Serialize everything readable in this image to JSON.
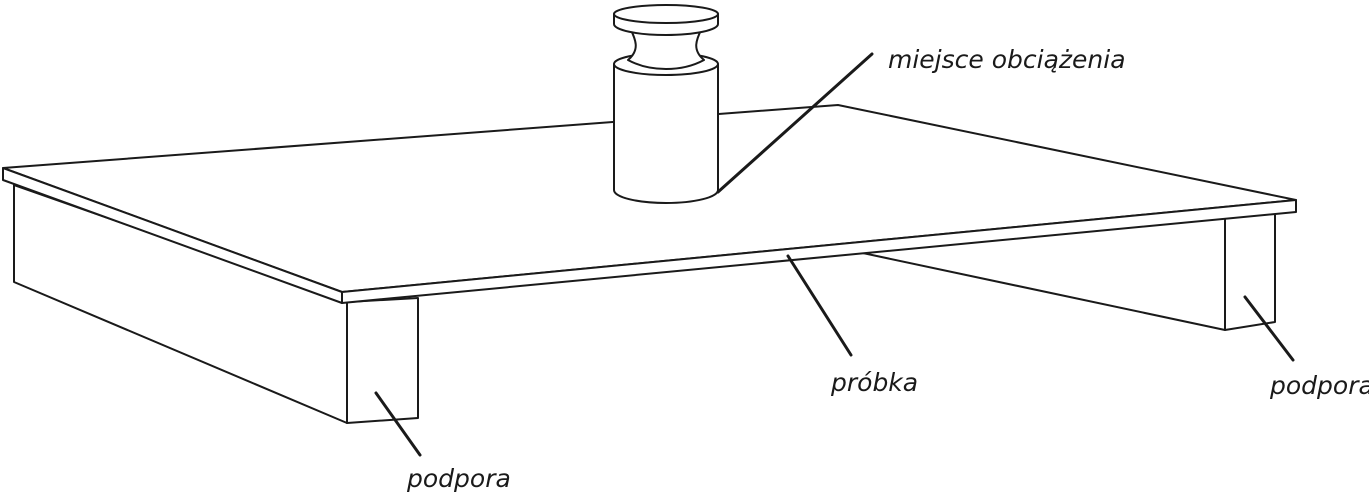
{
  "labels": {
    "load_point": "miejsce obciążenia",
    "sample": "próbka",
    "support_left": "podpora",
    "support_right": "podpora"
  }
}
